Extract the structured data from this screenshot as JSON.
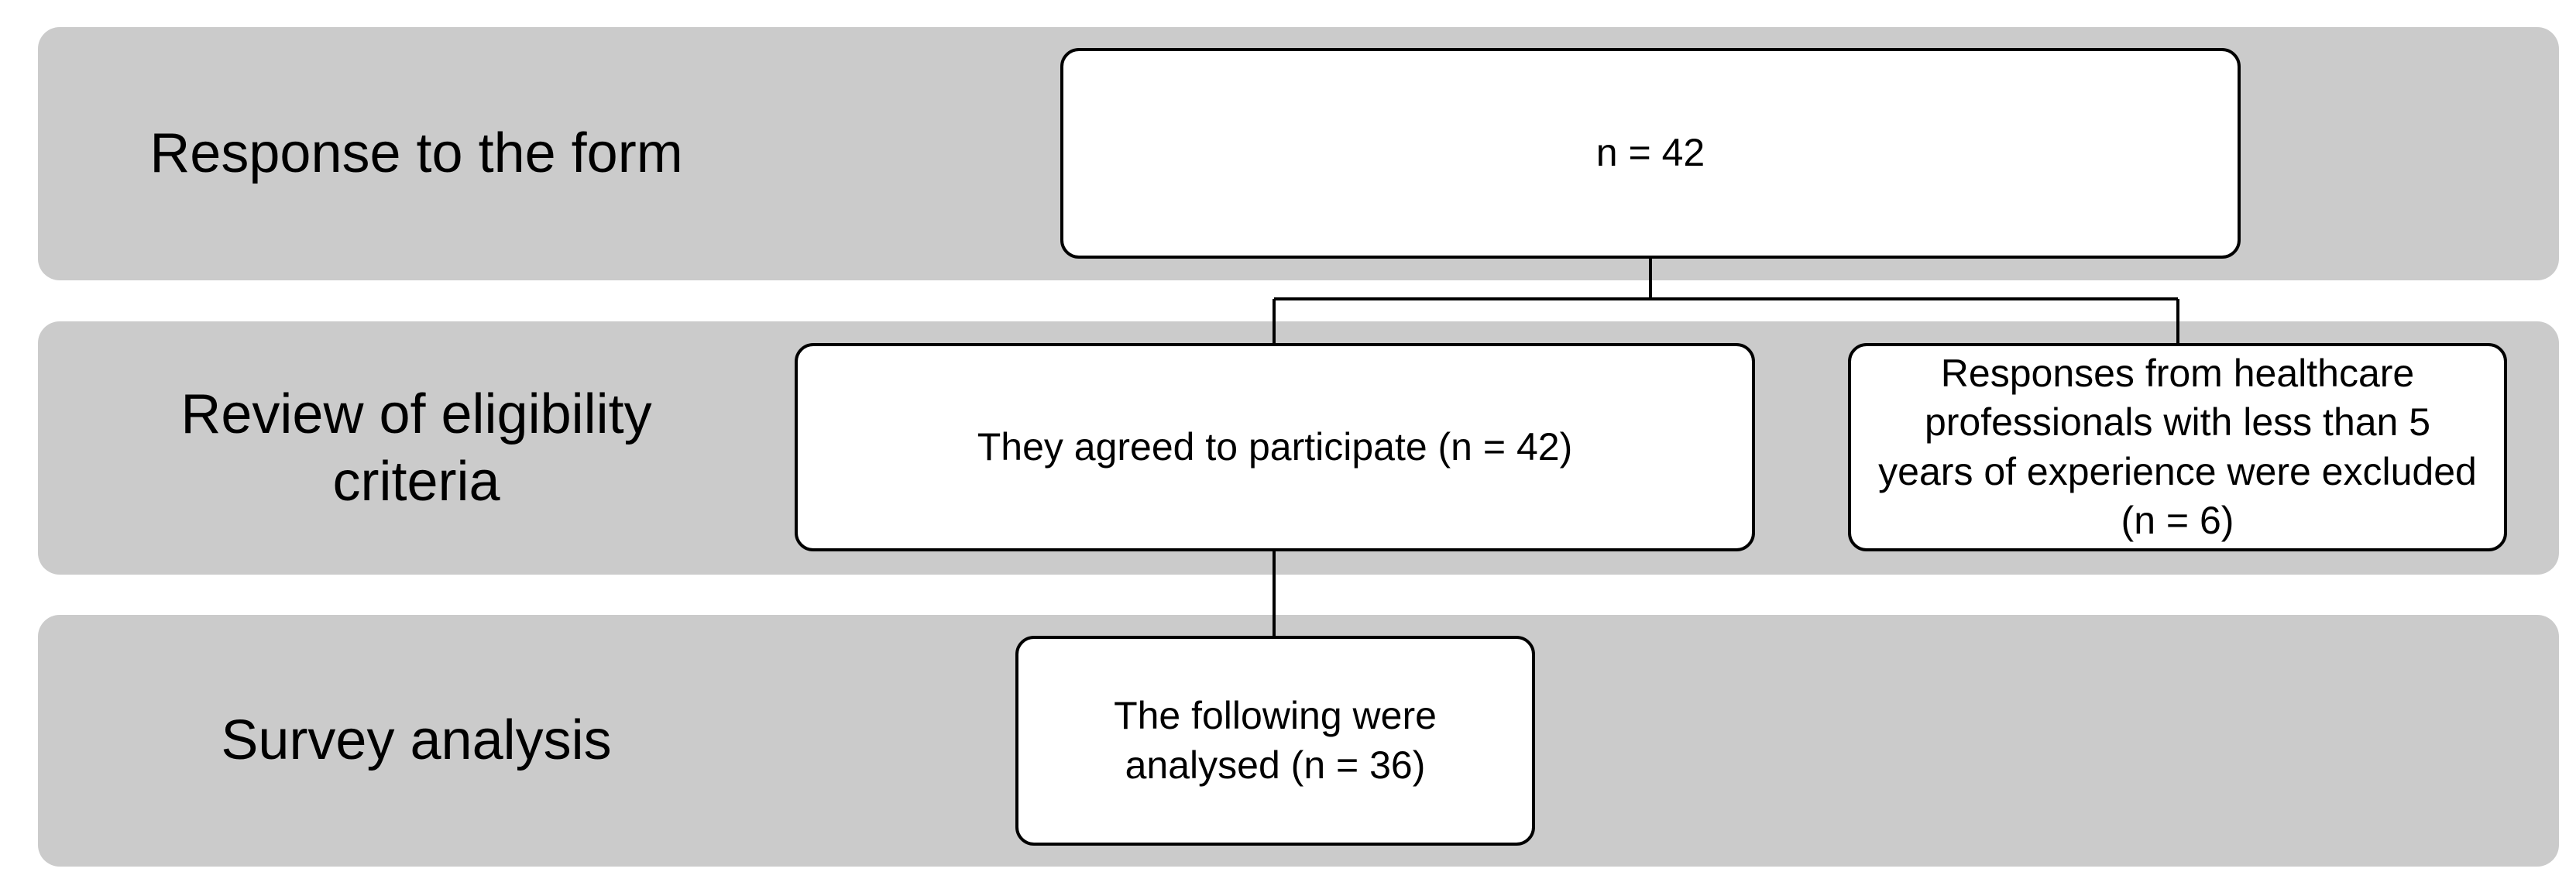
{
  "stages": [
    {
      "label": "Response to the form"
    },
    {
      "label": "Review of eligibility criteria"
    },
    {
      "label": "Survey analysis"
    }
  ],
  "boxes": {
    "responses": "n = 42",
    "agreed": "They agreed to participate (n = 42)",
    "excluded": "Responses from healthcare professionals with less than 5 years of experience were excluded (n = 6)",
    "analysed": "The following were analysed (n = 36)"
  },
  "colors": {
    "band": "#cbcbcb",
    "box_fill": "#ffffff",
    "stroke": "#000000"
  }
}
